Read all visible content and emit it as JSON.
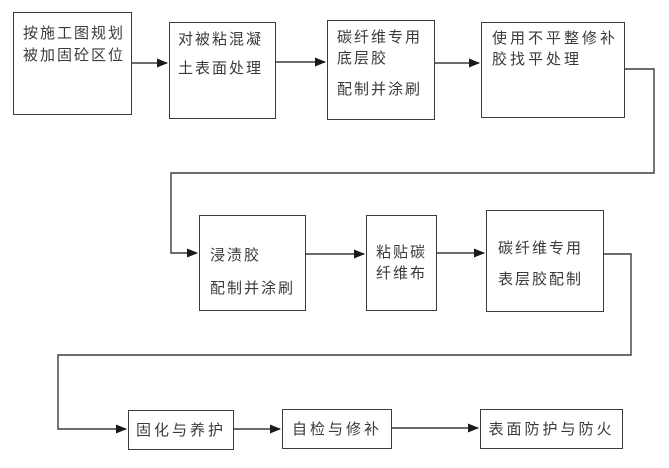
{
  "diagram": {
    "type": "flowchart",
    "boxes": [
      {
        "name": "plan-reinforcement-area",
        "lines": [
          "按施工图规划",
          "被加固砼区位"
        ]
      },
      {
        "name": "concrete-surface-treatment",
        "lines": [
          "对被粘混凝",
          "土表面处理"
        ]
      },
      {
        "name": "primer-adhesive",
        "lines": [
          "碳纤维专用",
          "底层胶",
          "配制并涂刷"
        ]
      },
      {
        "name": "leveling-repair",
        "lines": [
          "使用不平整修补",
          "胶找平处理"
        ]
      },
      {
        "name": "impregnating-adhesive",
        "lines": [
          "浸渍胶",
          "配制并涂刷"
        ]
      },
      {
        "name": "paste-carbon-fiber-cloth",
        "lines": [
          "粘贴碳",
          "纤维布"
        ]
      },
      {
        "name": "top-layer-adhesive",
        "lines": [
          "碳纤维专用",
          "表层胶配制"
        ]
      },
      {
        "name": "curing-maintenance",
        "lines": [
          "固化与养护"
        ]
      },
      {
        "name": "self-inspection-repair",
        "lines": [
          "自检与修补"
        ]
      },
      {
        "name": "surface-protection-fireproof",
        "lines": [
          "表面防护与防火"
        ]
      }
    ],
    "edges": [
      {
        "from": "plan-reinforcement-area",
        "to": "concrete-surface-treatment"
      },
      {
        "from": "concrete-surface-treatment",
        "to": "primer-adhesive"
      },
      {
        "from": "primer-adhesive",
        "to": "leveling-repair"
      },
      {
        "from": "leveling-repair",
        "to": "impregnating-adhesive"
      },
      {
        "from": "impregnating-adhesive",
        "to": "paste-carbon-fiber-cloth"
      },
      {
        "from": "paste-carbon-fiber-cloth",
        "to": "top-layer-adhesive"
      },
      {
        "from": "top-layer-adhesive",
        "to": "curing-maintenance"
      },
      {
        "from": "curing-maintenance",
        "to": "self-inspection-repair"
      },
      {
        "from": "self-inspection-repair",
        "to": "surface-protection-fireproof"
      }
    ],
    "colors": {
      "line": "#3c3c3c",
      "arrow": "#1a1a1a",
      "text": "#3a3a3a",
      "background": "#ffffff"
    }
  }
}
